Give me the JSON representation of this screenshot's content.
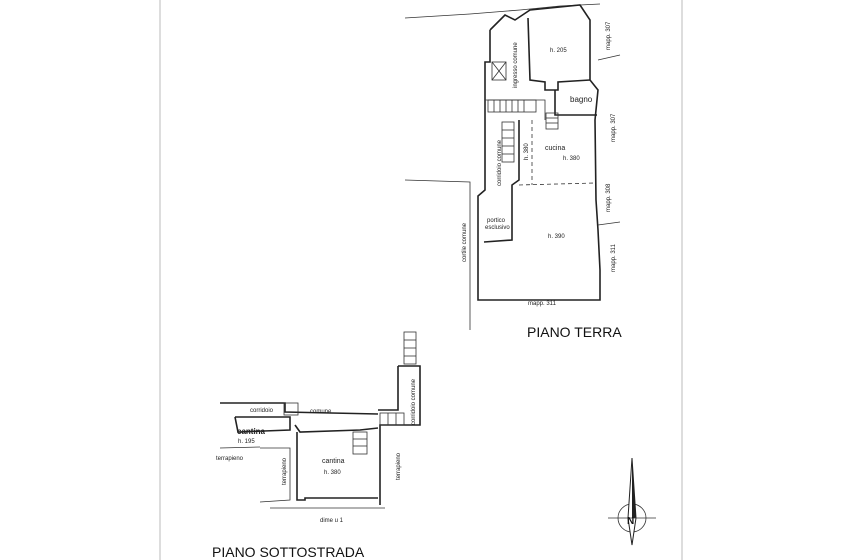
{
  "piano_terra": {
    "title": "PIANO TERRA",
    "rooms": {
      "h_top": "h. 205",
      "ingresso": "ingresso comune",
      "bagno": "bagno",
      "cucina": "cucina",
      "cucina_h": "h. 380",
      "side_h": "h. 380",
      "corridoio": "corridoio comune",
      "portico": "portico",
      "portico2": "esclusivo",
      "main_h": "h. 390",
      "cortile": "cortile comune"
    },
    "parcels": {
      "p1": "mapp. 307",
      "p2": "mapp. 307",
      "p3": "mapp. 308",
      "p4": "mapp. 311",
      "p5": "mapp. 311"
    }
  },
  "piano_sottostrada": {
    "title": "PIANO SOTTOSTRADA",
    "rooms": {
      "corridoio": "corridoio",
      "comune": "comune",
      "cantina1": "cantina",
      "cantina1_h": "h. 195",
      "terrapieno1": "terrapieno",
      "terrapieno2": "terrapieno",
      "cantina2": "cantina",
      "cantina2_h": "h. 380",
      "terrapieno3": "terrapieno",
      "corridoio_comune": "corridoio comune",
      "bottom": "dime u 1"
    }
  },
  "compass": {
    "label": "N"
  }
}
